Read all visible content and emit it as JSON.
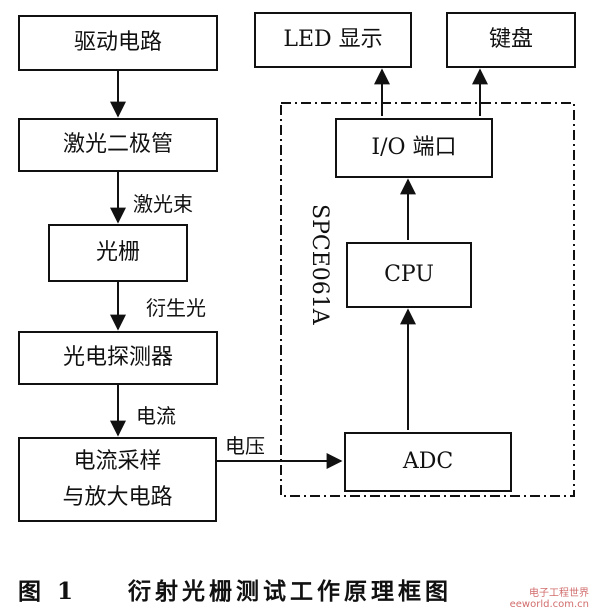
{
  "left_chain": {
    "drive_circuit": "驱动电路",
    "laser_diode": "激光二极管",
    "grating": "光栅",
    "photodetector": "光电探测器",
    "sampling_line1": "电流采样",
    "sampling_line2": "与放大电路"
  },
  "edge_labels": {
    "laser_beam": "激光束",
    "diffracted_light": "衍生光",
    "current": "电流",
    "voltage": "电压"
  },
  "mcu": {
    "name": "SPCE061A",
    "adc": "ADC",
    "cpu": "CPU",
    "io_port": "I/O 端口"
  },
  "outputs": {
    "led_display": "LED 显示",
    "keyboard": "键盘"
  },
  "caption": {
    "number": "图 1",
    "title": "衍射光栅测试工作原理框图"
  },
  "watermark": {
    "line1": "电子工程世界",
    "line2": "eeworld.com.cn"
  }
}
